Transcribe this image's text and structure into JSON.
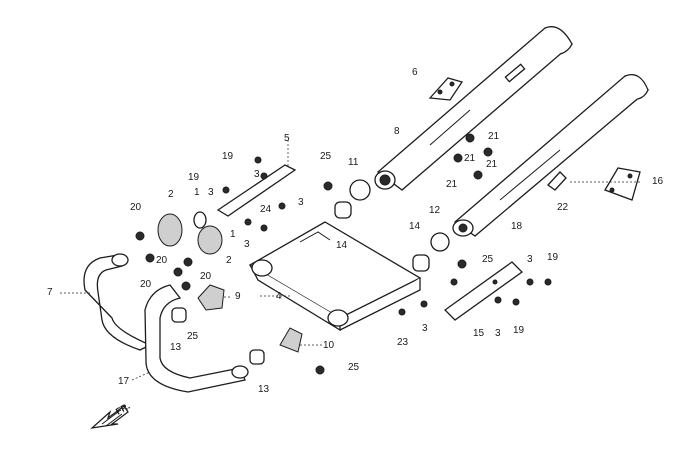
{
  "diagram": {
    "direction_label": "FR.",
    "callouts": [
      {
        "id": "c6",
        "text": "6"
      },
      {
        "id": "c8",
        "text": "8"
      },
      {
        "id": "c5",
        "text": "5"
      },
      {
        "id": "c19a",
        "text": "19"
      },
      {
        "id": "c3a",
        "text": "3"
      },
      {
        "id": "c25a",
        "text": "25"
      },
      {
        "id": "c11",
        "text": "11"
      },
      {
        "id": "c21a",
        "text": "21"
      },
      {
        "id": "c21b",
        "text": "21"
      },
      {
        "id": "c21c",
        "text": "21"
      },
      {
        "id": "c21d",
        "text": "21"
      },
      {
        "id": "c16",
        "text": "16"
      },
      {
        "id": "c19b",
        "text": "19"
      },
      {
        "id": "c1a",
        "text": "1"
      },
      {
        "id": "c3b",
        "text": "3"
      },
      {
        "id": "c3c",
        "text": "3"
      },
      {
        "id": "c2a",
        "text": "2"
      },
      {
        "id": "c20a",
        "text": "20"
      },
      {
        "id": "c24",
        "text": "24"
      },
      {
        "id": "c1b",
        "text": "1"
      },
      {
        "id": "c3d",
        "text": "3"
      },
      {
        "id": "c14a",
        "text": "14"
      },
      {
        "id": "c14b",
        "text": "14"
      },
      {
        "id": "c12",
        "text": "12"
      },
      {
        "id": "c18",
        "text": "18"
      },
      {
        "id": "c22",
        "text": "22"
      },
      {
        "id": "c20b",
        "text": "20"
      },
      {
        "id": "c2b",
        "text": "2"
      },
      {
        "id": "c20c",
        "text": "20"
      },
      {
        "id": "c20d",
        "text": "20"
      },
      {
        "id": "c25b",
        "text": "25"
      },
      {
        "id": "c3e",
        "text": "3"
      },
      {
        "id": "c19c",
        "text": "19"
      },
      {
        "id": "c7",
        "text": "7"
      },
      {
        "id": "c9",
        "text": "9"
      },
      {
        "id": "c4",
        "text": "4"
      },
      {
        "id": "c25c",
        "text": "25"
      },
      {
        "id": "c13a",
        "text": "13"
      },
      {
        "id": "c15",
        "text": "15"
      },
      {
        "id": "c3f",
        "text": "3"
      },
      {
        "id": "c3g",
        "text": "3"
      },
      {
        "id": "c19d",
        "text": "19"
      },
      {
        "id": "c23",
        "text": "23"
      },
      {
        "id": "c10",
        "text": "10"
      },
      {
        "id": "c25d",
        "text": "25"
      },
      {
        "id": "c17",
        "text": "17"
      },
      {
        "id": "c13b",
        "text": "13"
      }
    ]
  }
}
